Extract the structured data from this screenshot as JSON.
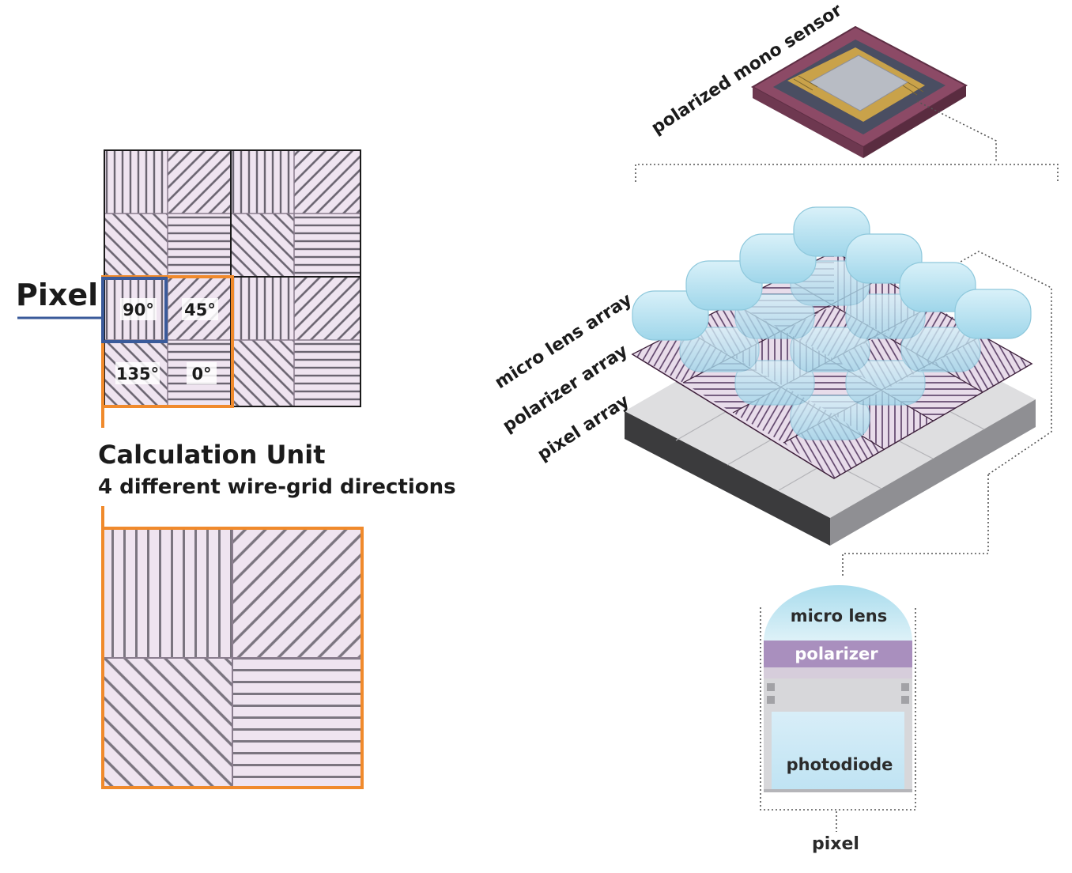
{
  "left": {
    "pixel_label": "Pixel",
    "angles": [
      "90°",
      "45°",
      "135°",
      "0°"
    ],
    "calc_title": "Calculation Unit",
    "calc_subtitle": "4 different wire-grid directions"
  },
  "right": {
    "sensor_label": "polarized mono sensor",
    "micro_lens_array_label": "micro lens array",
    "polarizer_array_label": "polarizer array",
    "pixel_array_label": "pixel array",
    "cross_section": {
      "micro_lens": "micro lens",
      "polarizer": "polarizer",
      "photodiode": "photodiode",
      "pixel": "pixel"
    }
  },
  "colors": {
    "pixel_blue": "#3a5a9a",
    "unit_orange": "#f08a2c",
    "tile_fill": "#efe4f0",
    "stripe": "#6a6470",
    "lens_blue": "#bfe6f3",
    "polarizer_purple": "#a98fbe",
    "photodiode_blue": "#cde9f5",
    "chip_maroon": "#8c4a66"
  }
}
